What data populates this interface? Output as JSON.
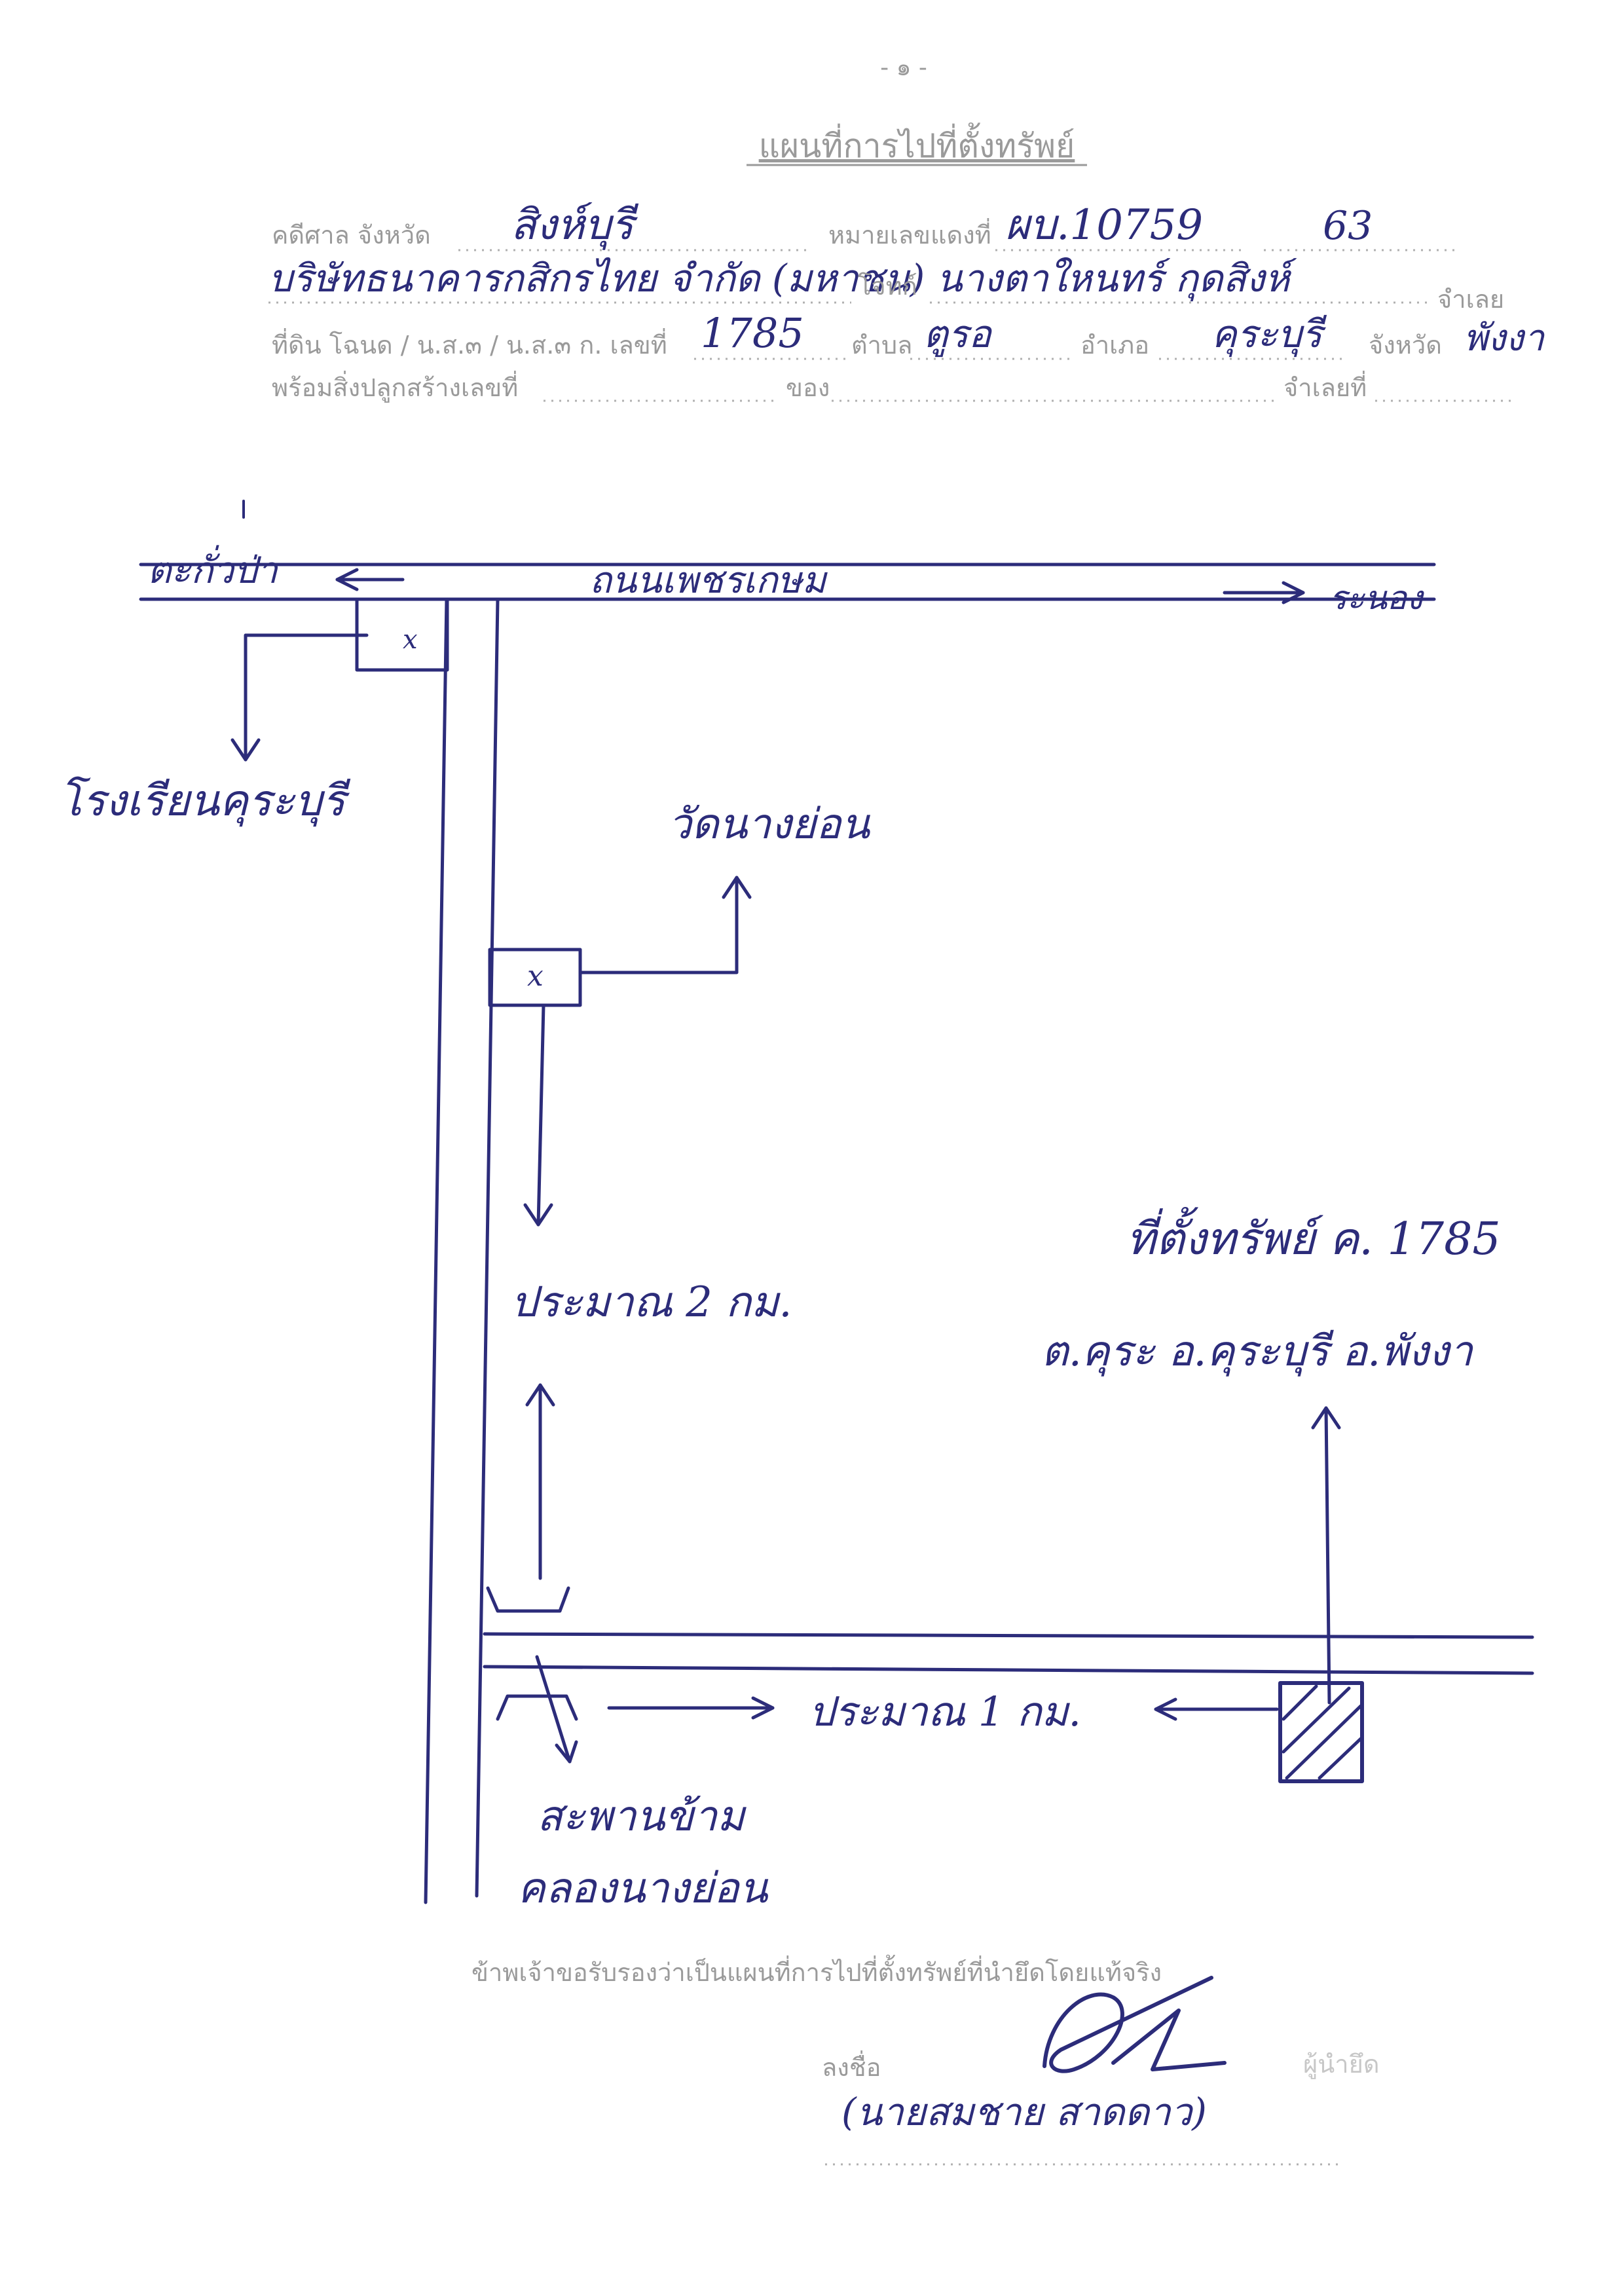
{
  "header": {
    "page_mark": "- ๑ -",
    "title": "แผนที่การไปที่ตั้งทรัพย์"
  },
  "form": {
    "court_label": "คดีศาล จังหวัด",
    "court_value": "สิงห์บุรี",
    "case_no_label": "หมายเลขแดงที่",
    "case_no_value": "ผบ.10759",
    "year_value": "63",
    "plaintiff_value": "บริษัทธนาคารกสิกรไทย จำกัด (มหาชน)",
    "plaintiff_label": "โจทก์",
    "defendant_value": "นางตาใหนทร์ กุดสิงห์",
    "defendant_label": "จำเลย",
    "land_label": "ที่ดิน โฉนด / น.ส.๓ / น.ส.๓ ก. เลขที่",
    "land_no_value": "1785",
    "tambon_label": "ตำบล",
    "tambon_value": "ตูรอ",
    "amphoe_label": "อำเภอ",
    "amphoe_value": "คุระบุรี",
    "province_label": "จังหวัด",
    "province_value": "พังงา",
    "building_label": "พร้อมสิ่งปลูกสร้างเลขที่",
    "of_label": "ของ",
    "defendant_no_label": "จำเลยที่"
  },
  "map": {
    "road_left": "ตะกั่วป่า",
    "road_name": "ถนนเพชรเกษม",
    "road_right": "ระนอง",
    "school": "โรงเรียนคุระบุรี",
    "temple": "วัดนางย่อน",
    "distance_2km": "ประมาณ 2 กม.",
    "property_title": "ที่ตั้งทรัพย์ ค. 1785",
    "property_location": "ต.คุระ อ.คุระบุรี อ.พังงา",
    "distance_1km": "ประมาณ 1 กม.",
    "bridge": "สะพานข้าม",
    "canal": "คลองนางย่อน",
    "marker_x": "x"
  },
  "footer": {
    "certify": "ข้าพเจ้าขอรับรองว่าเป็นแผนที่การไปที่ตั้งทรัพย์ที่นำยึดโดยแท้จริง",
    "sign_label": "ลงชื่อ",
    "role_label": "ผู้นำยึด",
    "signer_name": "(นายสมชาย สาดดาว)"
  },
  "colors": {
    "ink": "#2c2c7a",
    "print": "#9a9a9a"
  }
}
